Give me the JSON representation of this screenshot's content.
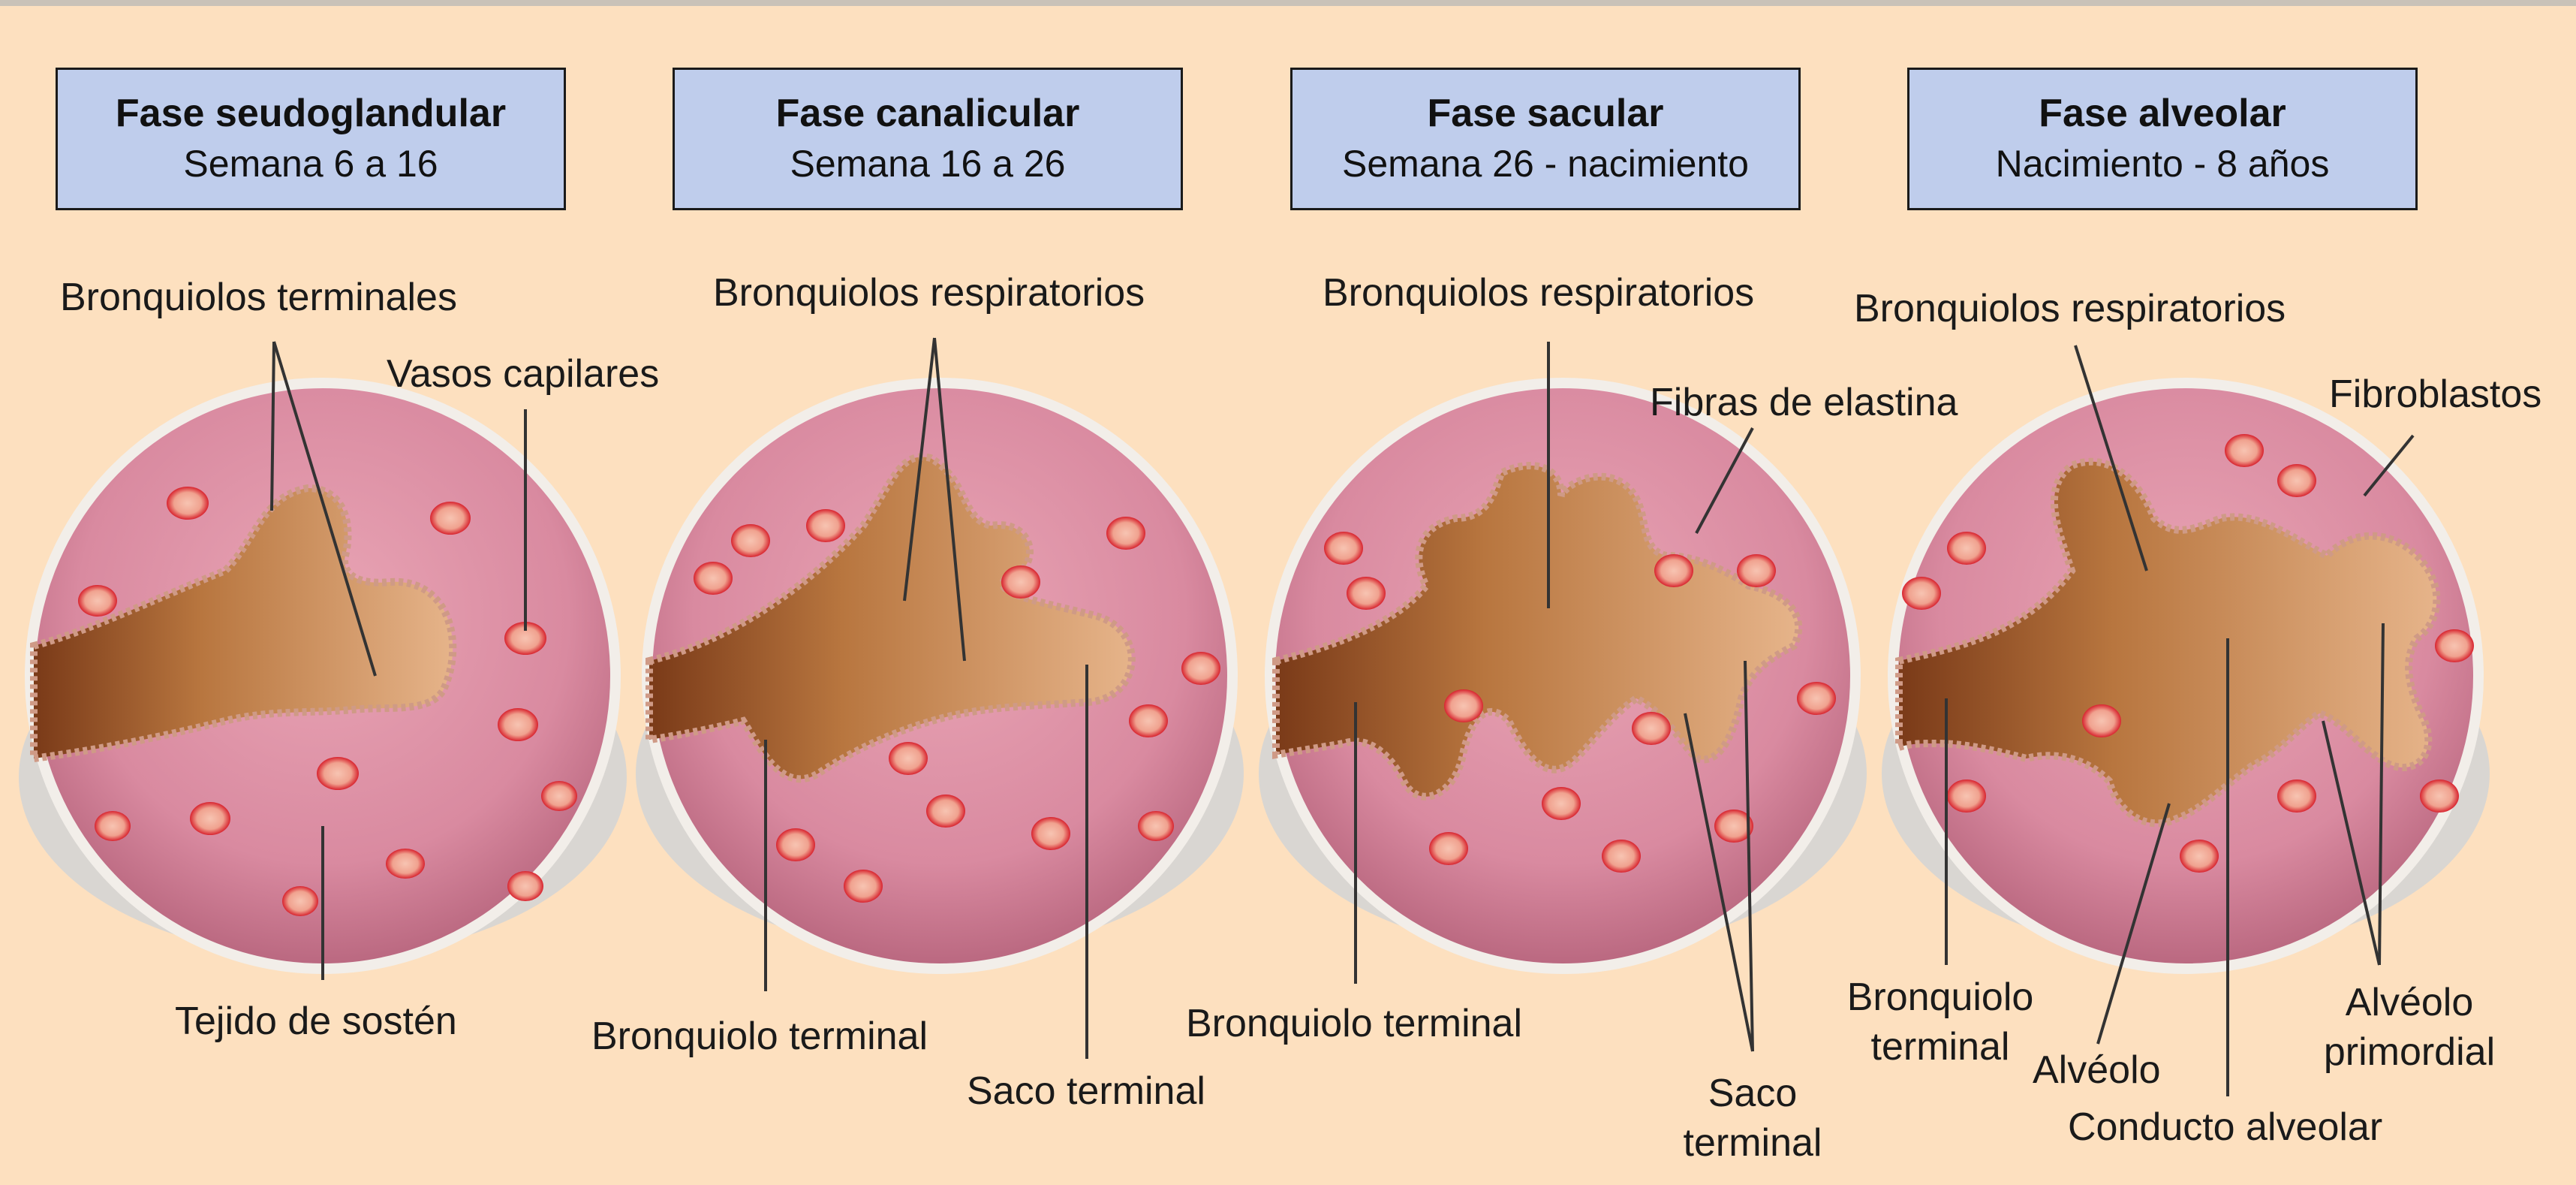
{
  "phases": [
    {
      "title": "Fase seudoglandular",
      "period": "Semana 6 a 16"
    },
    {
      "title": "Fase canalicular",
      "period": "Semana 16 a 26"
    },
    {
      "title": "Fase sacular",
      "period": "Semana 26 - nacimiento"
    },
    {
      "title": "Fase alveolar",
      "period": "Nacimiento - 8 años"
    }
  ],
  "labels": {
    "p1_bronquiolos_terminales": "Bronquiolos terminales",
    "p1_vasos_capilares": "Vasos capilares",
    "p1_tejido_sosten": "Tejido de sostén",
    "p2_bronquiolos_respiratorios": "Bronquiolos respiratorios",
    "p2_bronquiolo_terminal": "Bronquiolo terminal",
    "p2_saco_terminal": "Saco terminal",
    "p3_bronquiolos_respiratorios": "Bronquiolos respiratorios",
    "p3_fibras_elastina": "Fibras de elastina",
    "p3_bronquiolo_terminal": "Bronquiolo terminal",
    "p3_saco_terminal_1": "Saco",
    "p3_saco_terminal_2": "terminal",
    "p4_bronquiolos_respiratorios": "Bronquiolos respiratorios",
    "p4_fibroblastos": "Fibroblastos",
    "p4_bronquiolo_terminal_1": "Bronquiolo",
    "p4_bronquiolo_terminal_2": "terminal",
    "p4_alveolo": "Alvéolo",
    "p4_alveolo_primordial_1": "Alvéolo",
    "p4_alveolo_primordial_2": "primordial",
    "p4_conducto_alveolar": "Conducto alveolar"
  },
  "colors": {
    "background": "#fde0bf",
    "header_fill": "#bfcdec",
    "tissue": "#d98aa0",
    "airway": "#b8763f",
    "capillary": "#e23a3a"
  }
}
